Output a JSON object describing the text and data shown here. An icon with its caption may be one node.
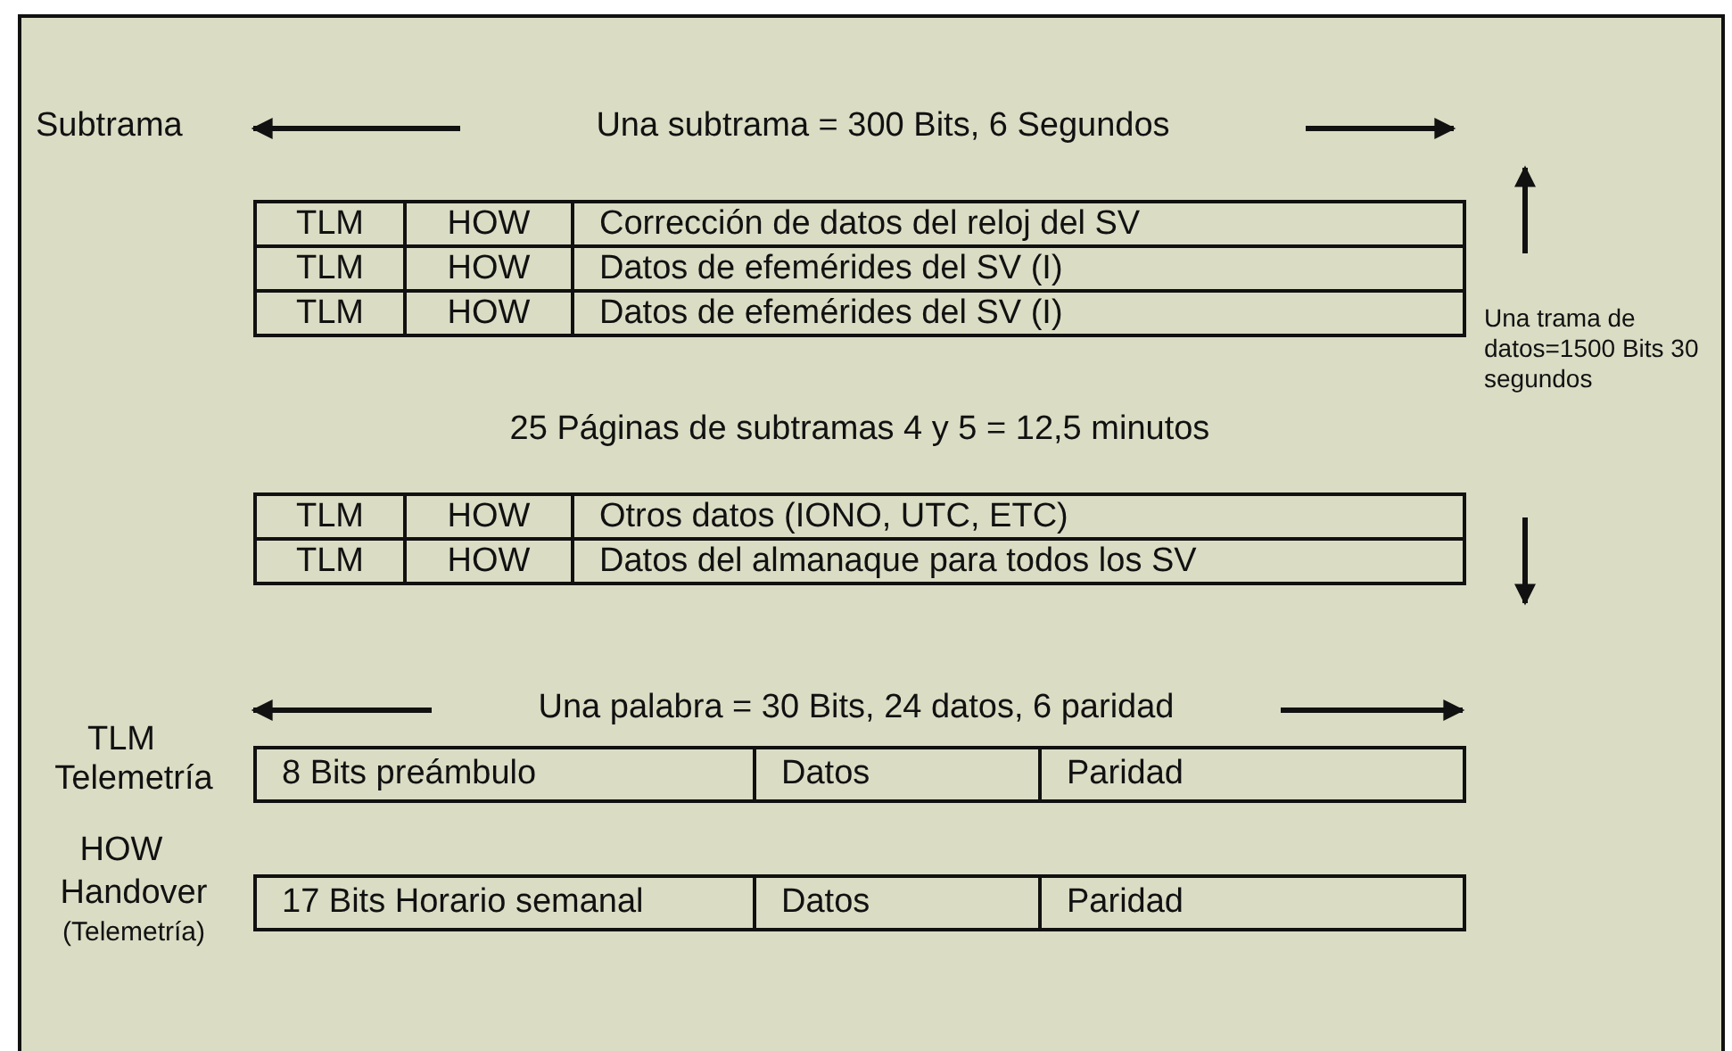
{
  "diagram": {
    "labels": [
      "Subtrama",
      "Una subtrama = 300 Bits, 6 Segundos",
      "TLM",
      "HOW",
      "Corrección de datos del reloj del SV",
      "TLM",
      "HOW",
      "Datos de efemérides del SV (I)",
      "TLM",
      "HOW",
      "Datos de efemérides del SV (I)",
      "Una trama de datos=1500 Bits 30 segundos",
      "25 Páginas de subtramas 4 y 5 = 12,5 minutos",
      "TLM",
      "HOW",
      "Otros datos (IONO, UTC, ETC)",
      "TLM",
      "HOW",
      "Datos del almanaque para  todos los SV",
      "Una palabra = 30 Bits, 24 datos, 6 paridad",
      "TLM",
      "Telemetría",
      "8 Bits preámbulo",
      "Datos",
      "Paridad",
      "HOW",
      "Handover",
      "(Telemetría)",
      "17 Bits Horario semanal",
      "Datos",
      "Paridad"
    ]
  }
}
